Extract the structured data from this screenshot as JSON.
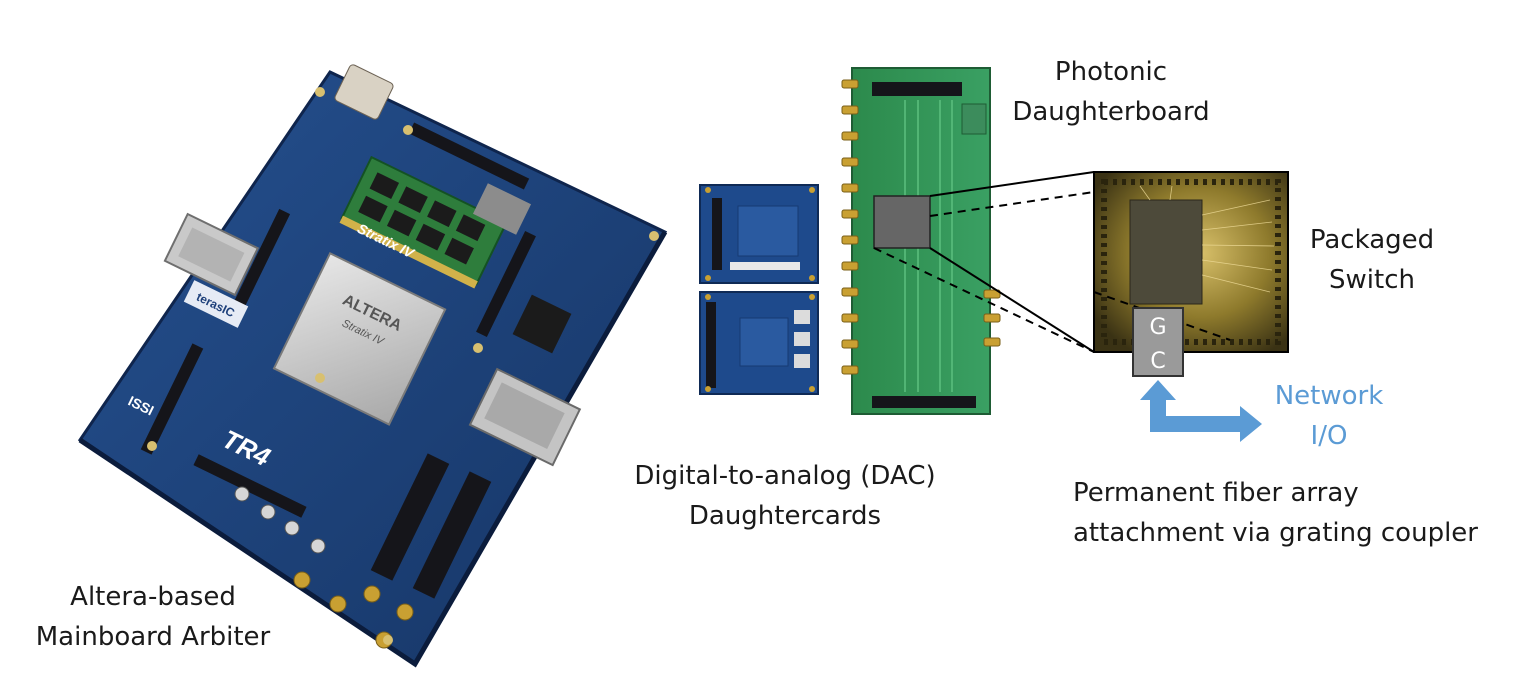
{
  "labels": {
    "mainboard": {
      "line1": "Altera-based",
      "line2": "Mainboard Arbiter"
    },
    "dac": {
      "line1": "Digital-to-analog (DAC)",
      "line2": "Daughtercards"
    },
    "photonic": {
      "line1": "Photonic",
      "line2": "Daughterboard"
    },
    "switch": {
      "line1": "Packaged",
      "line2": "Switch"
    },
    "network": {
      "line1": "Network",
      "line2": "I/O"
    },
    "fiber": {
      "line1": "Permanent fiber array",
      "line2": "attachment via grating coupler"
    },
    "gc": {
      "g": "G",
      "c": "C"
    }
  },
  "board_text": {
    "vendor_logo": "terasIC",
    "fpga_chip": "ALTERA",
    "fpga_family": "Stratix IV",
    "board_name": "TR4",
    "issi_logo": "ISSI"
  },
  "colors": {
    "pcb_blue": "#1d3f7a",
    "pcb_green": "#2f8a4f",
    "gold": "#c9a032",
    "network_arrow": "#5b9bd5",
    "gc_box": "#9a9a9a"
  }
}
